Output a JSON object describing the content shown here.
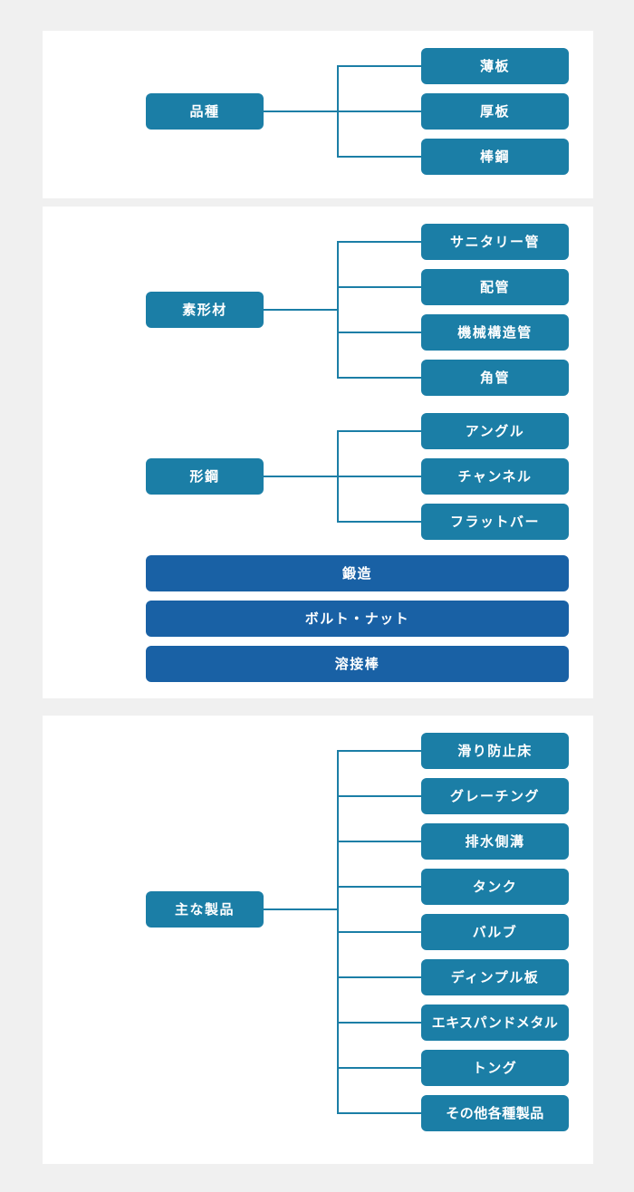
{
  "meta": {
    "background_color": "#f0f0f0",
    "panel_color": "#ffffff",
    "node_color": "#1b7ea6",
    "fullbar_color": "#1961a5",
    "connector_color": "#1b7ea6",
    "node_text_color": "#ffffff"
  },
  "chart_data": {
    "type": "diagram",
    "title": "",
    "sections": [
      {
        "id": "section-hinshu",
        "groups": [
          {
            "parent": "品種",
            "children": [
              "薄板",
              "厚板",
              "棒鋼"
            ]
          }
        ],
        "bars": []
      },
      {
        "id": "section-sokeizai",
        "groups": [
          {
            "parent": "素形材",
            "children": [
              "サニタリー管",
              "配管",
              "機械構造管",
              "角管"
            ]
          },
          {
            "parent": "形鋼",
            "children": [
              "アングル",
              "チャンネル",
              "フラットバー"
            ]
          }
        ],
        "bars": [
          "鍛造",
          "ボルト・ナット",
          "溶接棒"
        ]
      },
      {
        "id": "section-omona-seihin",
        "groups": [
          {
            "parent": "主な製品",
            "children": [
              "滑り防止床",
              "グレーチング",
              "排水側溝",
              "タンク",
              "バルブ",
              "ディンプル板",
              "エキスパンドメタル",
              "トング",
              "その他各種製品"
            ]
          }
        ],
        "bars": []
      }
    ]
  }
}
